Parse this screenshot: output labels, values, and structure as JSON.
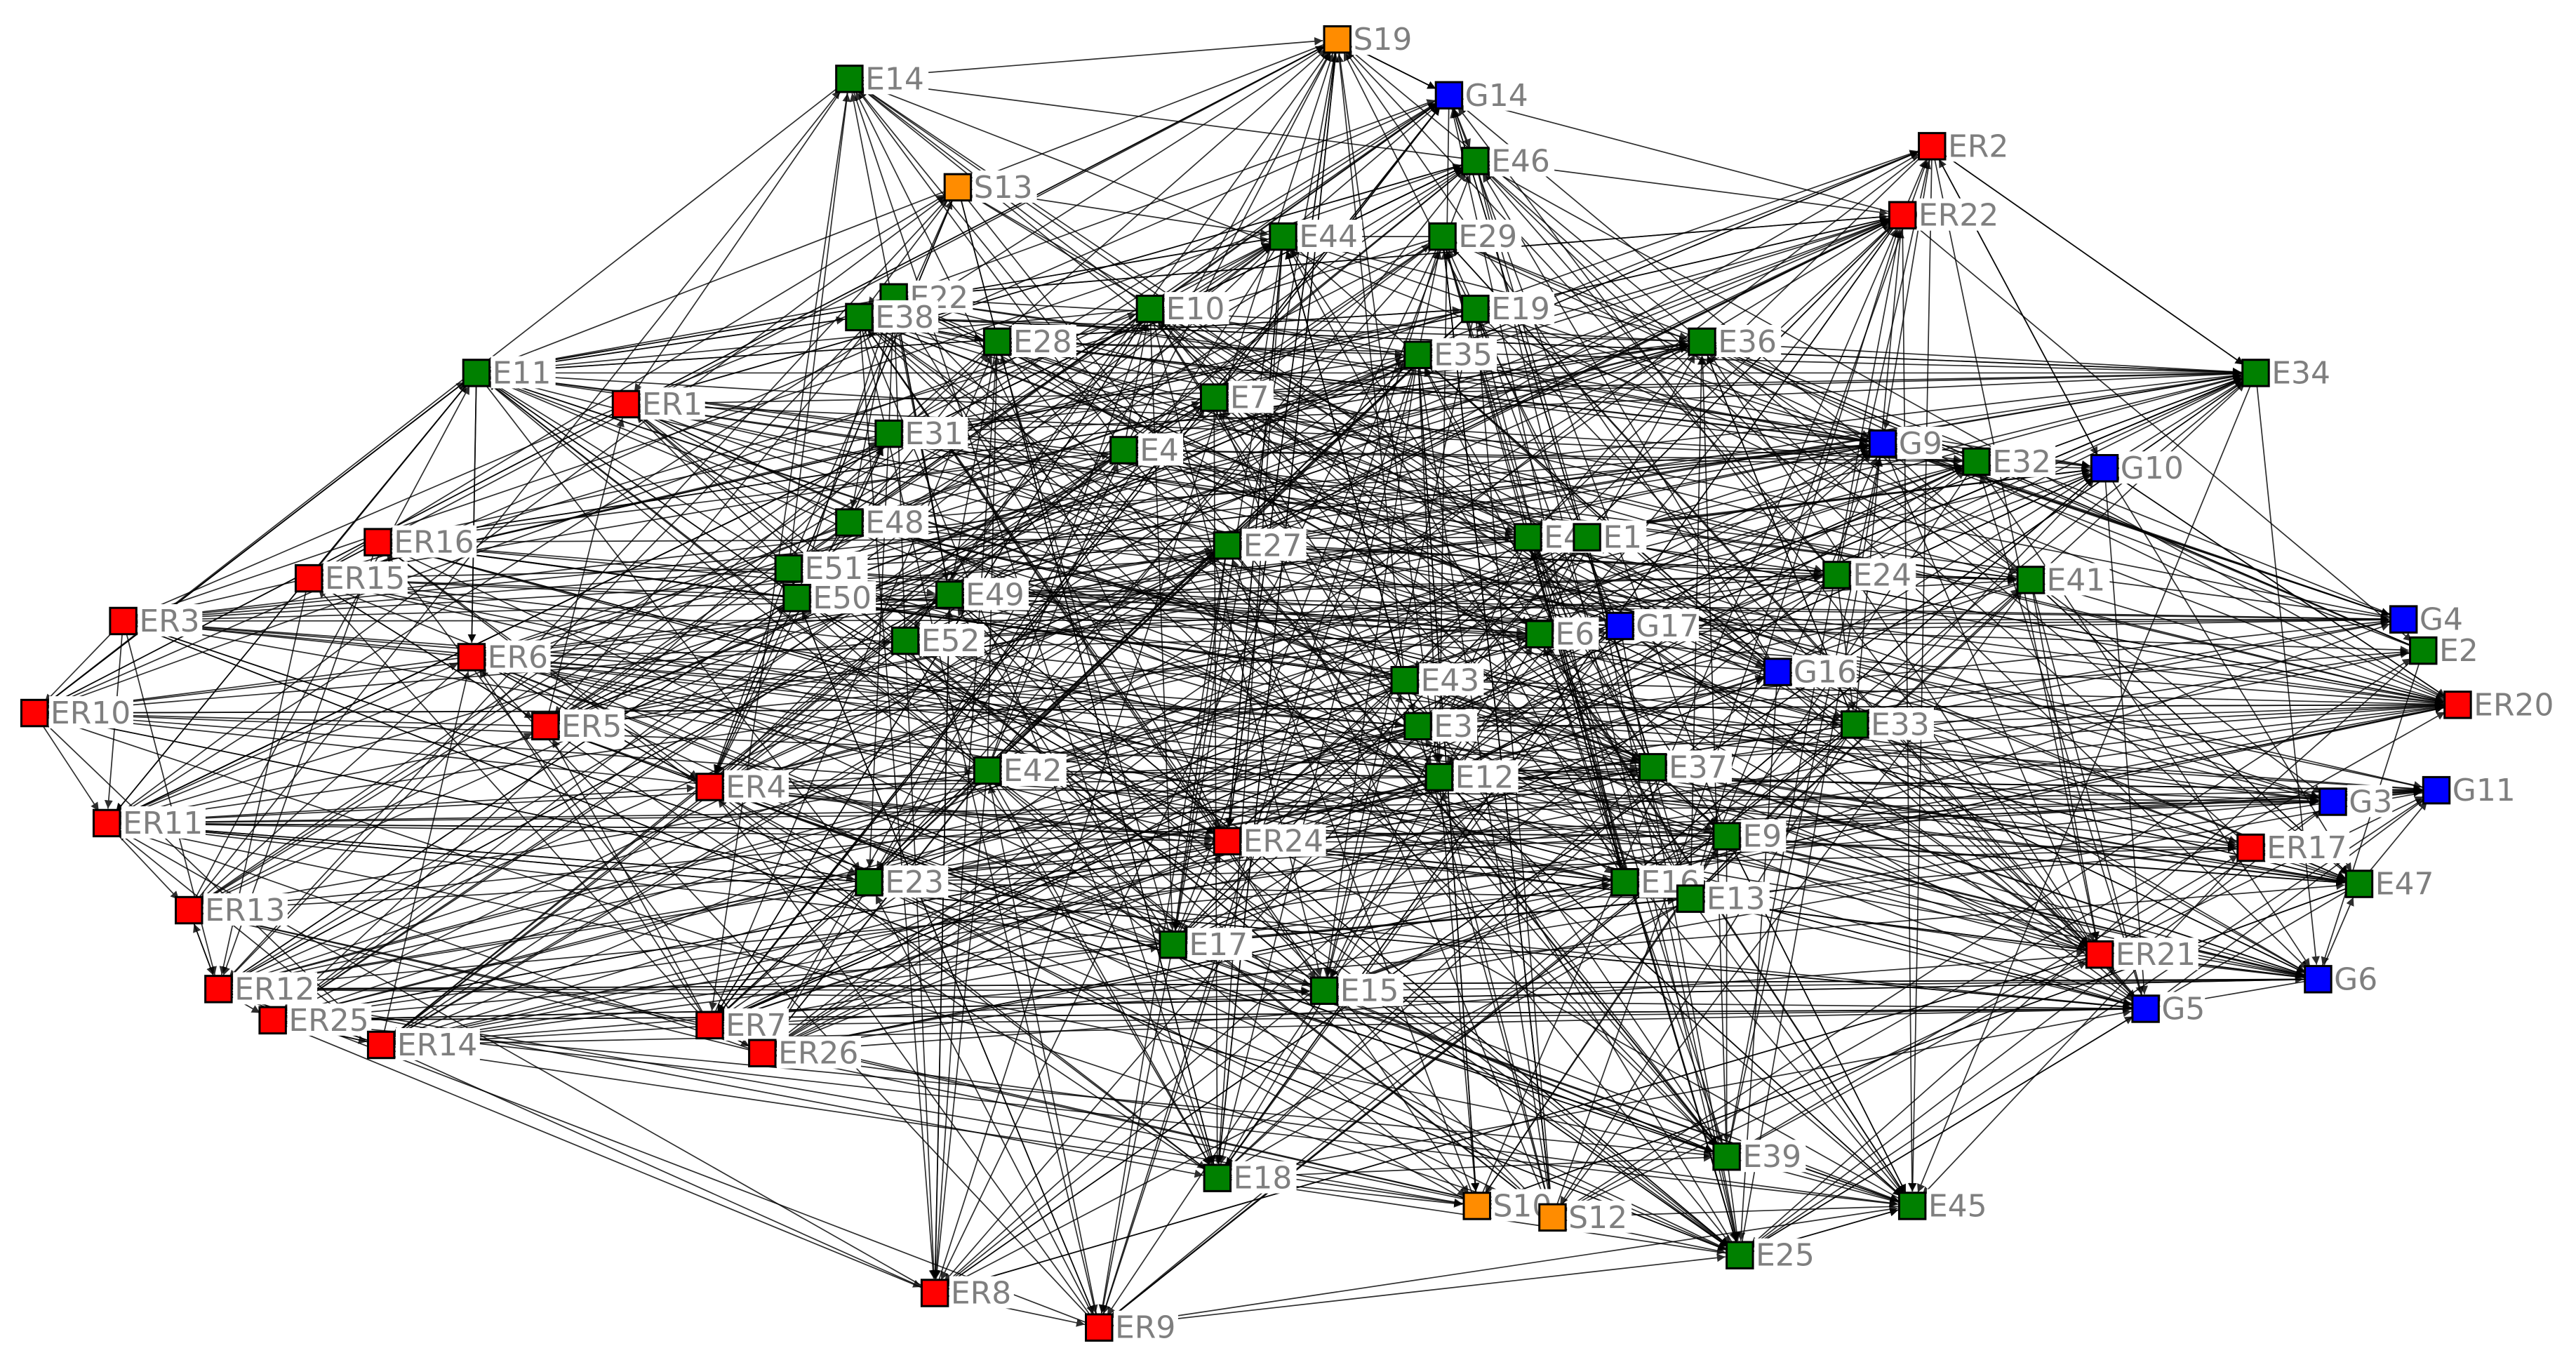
{
  "colors": {
    "red": "#ff0000",
    "green": "#008000",
    "blue": "#0000ff",
    "orange": "#ff8c00",
    "edge": "#000000",
    "label": "#7f7f7f"
  },
  "nodes": [
    {
      "id": "S19",
      "color": "orange"
    },
    {
      "id": "E14",
      "color": "green"
    },
    {
      "id": "G14",
      "color": "blue"
    },
    {
      "id": "E46",
      "color": "green"
    },
    {
      "id": "ER2",
      "color": "red"
    },
    {
      "id": "S13",
      "color": "orange"
    },
    {
      "id": "ER22",
      "color": "red"
    },
    {
      "id": "E44",
      "color": "green"
    },
    {
      "id": "E29",
      "color": "green"
    },
    {
      "id": "E22",
      "color": "green"
    },
    {
      "id": "E38",
      "color": "green"
    },
    {
      "id": "E10",
      "color": "green"
    },
    {
      "id": "E19",
      "color": "green"
    },
    {
      "id": "E28",
      "color": "green"
    },
    {
      "id": "E35",
      "color": "green"
    },
    {
      "id": "E36",
      "color": "green"
    },
    {
      "id": "E34",
      "color": "green"
    },
    {
      "id": "E11",
      "color": "green"
    },
    {
      "id": "ER1",
      "color": "red"
    },
    {
      "id": "E7",
      "color": "green"
    },
    {
      "id": "E31",
      "color": "green"
    },
    {
      "id": "E4",
      "color": "green"
    },
    {
      "id": "G9",
      "color": "blue"
    },
    {
      "id": "E32",
      "color": "green"
    },
    {
      "id": "G10",
      "color": "blue"
    },
    {
      "id": "E48",
      "color": "green"
    },
    {
      "id": "ER16",
      "color": "red"
    },
    {
      "id": "E27",
      "color": "green"
    },
    {
      "id": "E40",
      "color": "green"
    },
    {
      "id": "E1",
      "color": "green"
    },
    {
      "id": "ER15",
      "color": "red"
    },
    {
      "id": "E51",
      "color": "green"
    },
    {
      "id": "E50",
      "color": "green"
    },
    {
      "id": "E49",
      "color": "green"
    },
    {
      "id": "E24",
      "color": "green"
    },
    {
      "id": "E41",
      "color": "green"
    },
    {
      "id": "ER3",
      "color": "red"
    },
    {
      "id": "G4",
      "color": "blue"
    },
    {
      "id": "E52",
      "color": "green"
    },
    {
      "id": "E6",
      "color": "green"
    },
    {
      "id": "G17",
      "color": "blue"
    },
    {
      "id": "E2",
      "color": "green"
    },
    {
      "id": "ER6",
      "color": "red"
    },
    {
      "id": "G16",
      "color": "blue"
    },
    {
      "id": "E43",
      "color": "green"
    },
    {
      "id": "ER10",
      "color": "red"
    },
    {
      "id": "ER5",
      "color": "red"
    },
    {
      "id": "E3",
      "color": "green"
    },
    {
      "id": "E33",
      "color": "green"
    },
    {
      "id": "ER20",
      "color": "red"
    },
    {
      "id": "E42",
      "color": "green"
    },
    {
      "id": "E37",
      "color": "green"
    },
    {
      "id": "E12",
      "color": "green"
    },
    {
      "id": "ER4",
      "color": "red"
    },
    {
      "id": "G11",
      "color": "blue"
    },
    {
      "id": "G3",
      "color": "blue"
    },
    {
      "id": "ER11",
      "color": "red"
    },
    {
      "id": "E9",
      "color": "green"
    },
    {
      "id": "ER24",
      "color": "red"
    },
    {
      "id": "ER17",
      "color": "red"
    },
    {
      "id": "E23",
      "color": "green"
    },
    {
      "id": "E16",
      "color": "green"
    },
    {
      "id": "E47",
      "color": "green"
    },
    {
      "id": "E13",
      "color": "green"
    },
    {
      "id": "ER13",
      "color": "red"
    },
    {
      "id": "E17",
      "color": "green"
    },
    {
      "id": "ER21",
      "color": "red"
    },
    {
      "id": "ER12",
      "color": "red"
    },
    {
      "id": "E15",
      "color": "green"
    },
    {
      "id": "G6",
      "color": "blue"
    },
    {
      "id": "G5",
      "color": "blue"
    },
    {
      "id": "ER25",
      "color": "red"
    },
    {
      "id": "ER14",
      "color": "red"
    },
    {
      "id": "ER7",
      "color": "red"
    },
    {
      "id": "ER26",
      "color": "red"
    },
    {
      "id": "E39",
      "color": "green"
    },
    {
      "id": "E18",
      "color": "green"
    },
    {
      "id": "S10",
      "color": "orange"
    },
    {
      "id": "S12",
      "color": "orange"
    },
    {
      "id": "E45",
      "color": "green"
    },
    {
      "id": "E25",
      "color": "green"
    },
    {
      "id": "ER8",
      "color": "red"
    },
    {
      "id": "ER9",
      "color": "red"
    }
  ]
}
